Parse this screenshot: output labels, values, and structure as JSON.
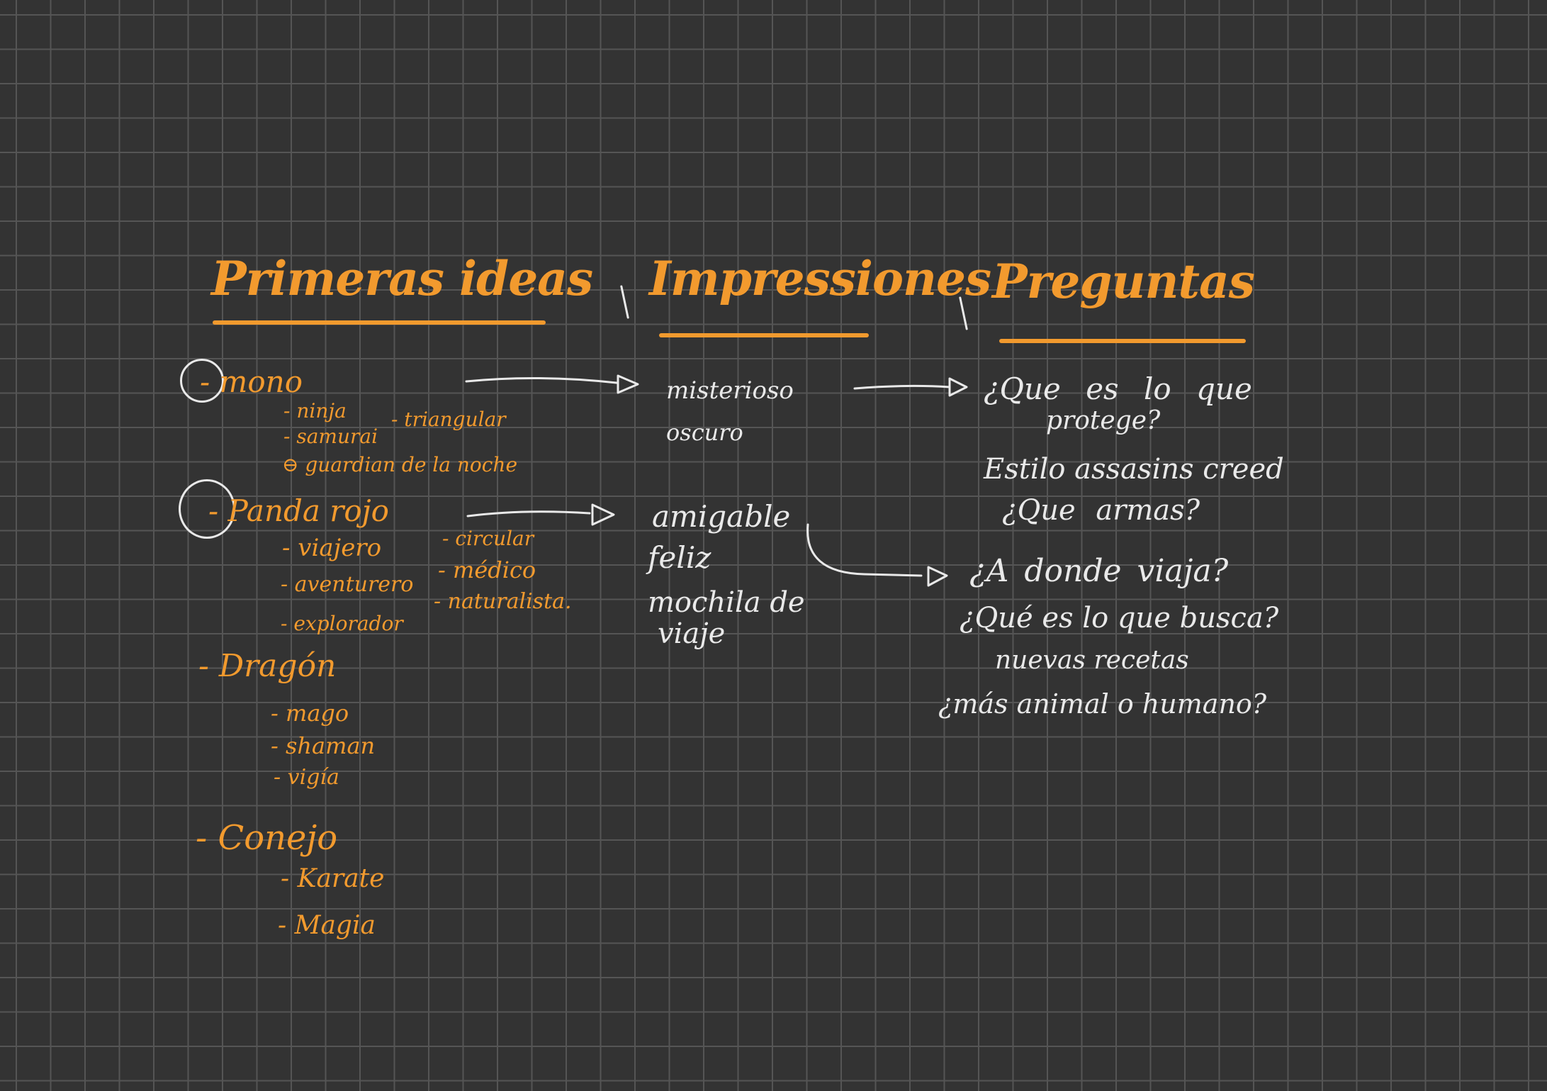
{
  "headings": {
    "col1": "Primeras ideas",
    "col2": "Impressiones",
    "col3": "Preguntas"
  },
  "ideas": {
    "mono": {
      "name": "- mono",
      "items": [
        "- ninja",
        "- samurai",
        "⊖ guardian de la noche"
      ],
      "shape": "- triangular"
    },
    "panda": {
      "name": "- Panda rojo",
      "items": [
        "- viajero",
        "- aventurero",
        "- explorador"
      ],
      "extras": [
        "- circular",
        "- médico",
        "- naturalista."
      ]
    },
    "dragon": {
      "name": "- Dragón",
      "items": [
        "- mago",
        "- shaman",
        "- vigía"
      ]
    },
    "conejo": {
      "name": "- Conejo",
      "items": [
        "- Karate",
        "- Magia"
      ]
    }
  },
  "impressions": {
    "group1": [
      "misterioso",
      "oscuro"
    ],
    "group2": [
      "amigable",
      "feliz",
      "mochila de",
      "viaje"
    ]
  },
  "questions": {
    "group1": [
      "¿Que es lo que",
      "protege?",
      "Estilo assasins creed",
      "¿Que armas?"
    ],
    "group2": [
      "¿A donde viaja?",
      "¿Qué es lo que busca?",
      "nuevas recetas",
      "¿más animal o humano?"
    ]
  }
}
